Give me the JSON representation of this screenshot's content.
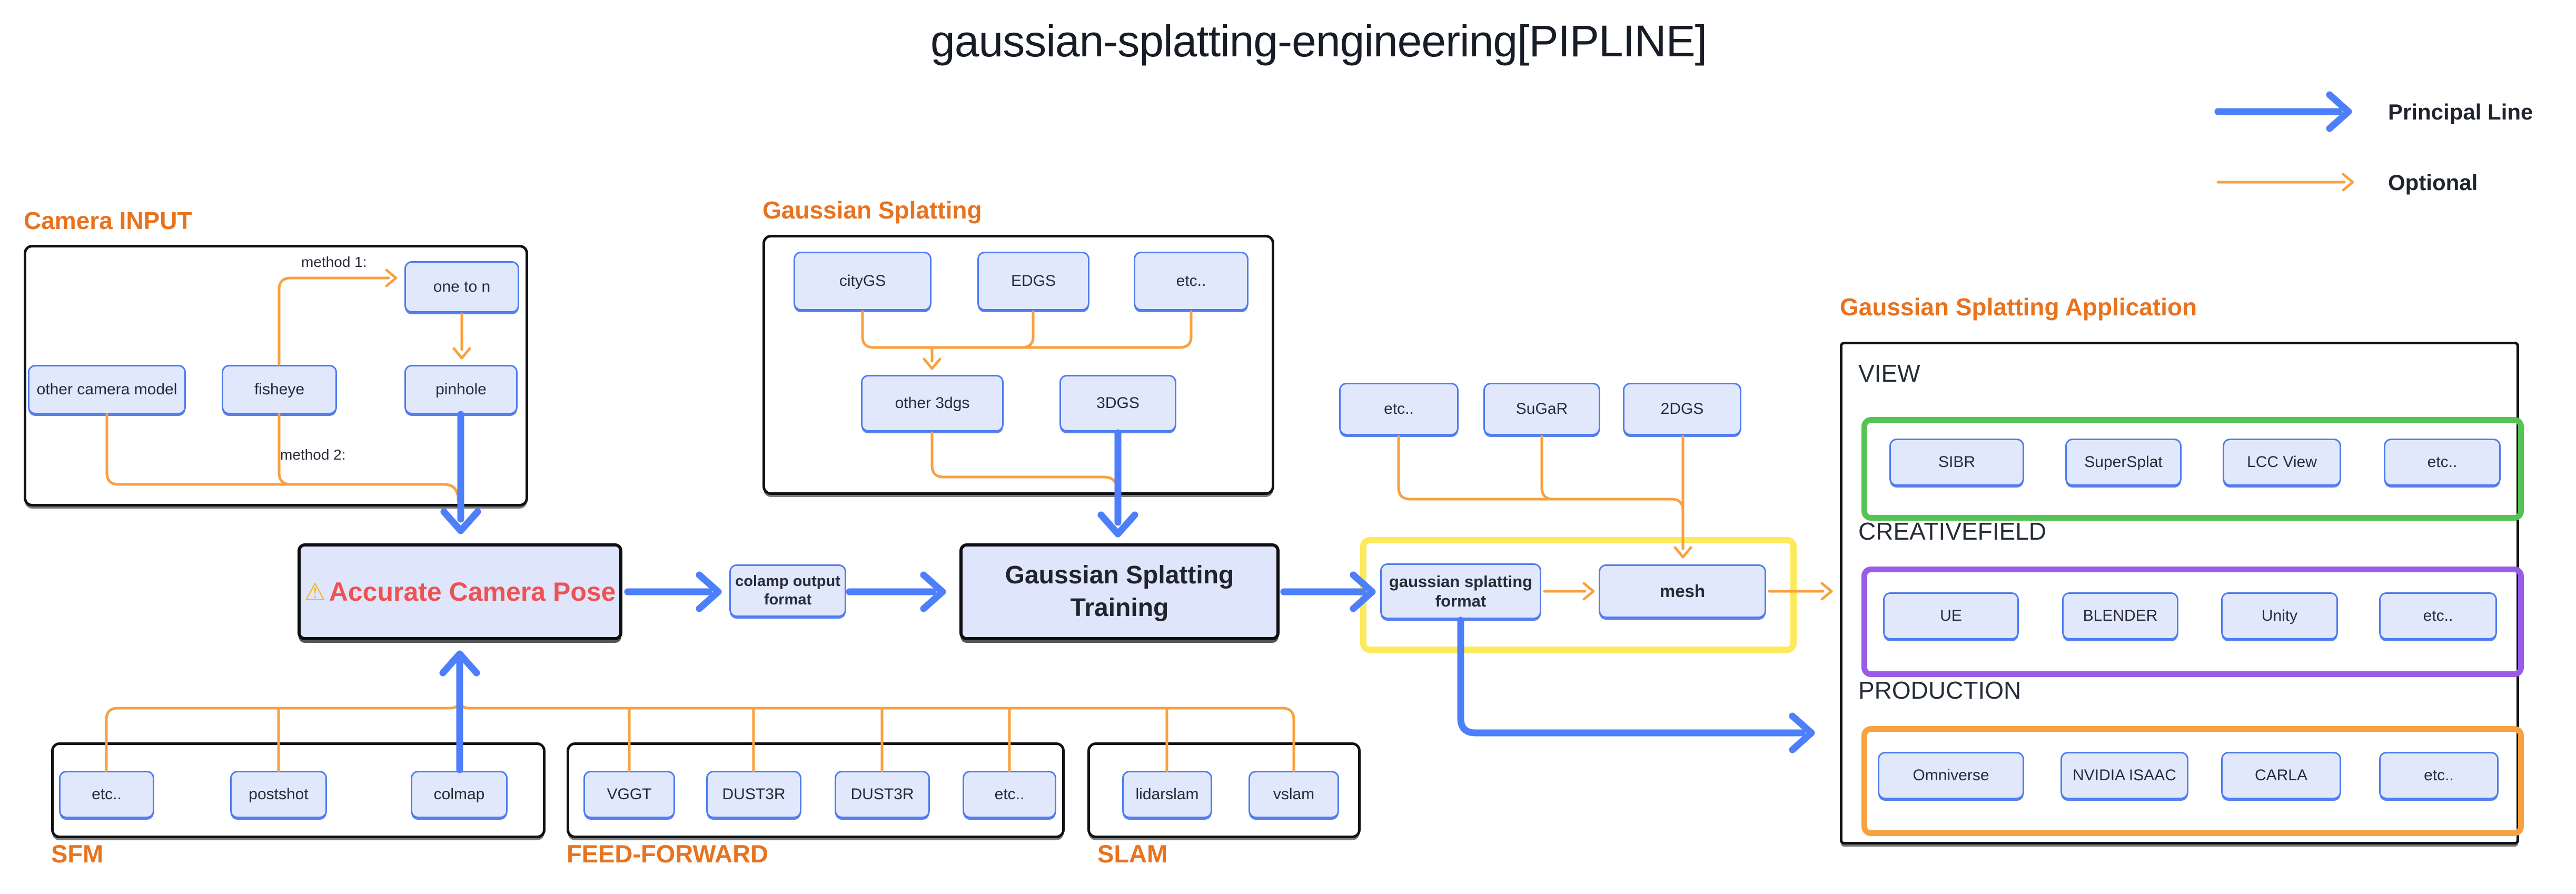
{
  "title": "gaussian-splatting-engineering[PIPLINE]",
  "legend": {
    "principal": "Principal Line",
    "optional": "Optional"
  },
  "colors": {
    "principal_blue": "#4d7ffa",
    "optional_orange": "#f8a13f",
    "section_title_orange": "#e8731f",
    "node_fill": "#e1e8fc",
    "node_border": "#4d7bf0",
    "warning_red": "#ef5252",
    "view_green": "#57c355",
    "creativefield_purple": "#9a5be6",
    "production_orange": "#f8a13f",
    "format_yellow": "#fce95c",
    "text_dark": "#1d222c"
  },
  "camera_input": {
    "title": "Camera INPUT",
    "method1_label": "method 1:",
    "method2_label": "method 2:",
    "nodes": {
      "one_to_n": "one to n",
      "other_camera_model": "other camera model",
      "fisheye": "fisheye",
      "pinhole": "pinhole"
    }
  },
  "gaussian_splatting": {
    "title": "Gaussian Splatting",
    "nodes": {
      "citygs": "cityGS",
      "edgs": "EDGS",
      "etc": "etc..",
      "other_3dgs": "other 3dgs",
      "threedgs": "3DGS"
    }
  },
  "mesh_sources": {
    "etc": "etc..",
    "sugar": "SuGaR",
    "twodgs": "2DGS"
  },
  "pipeline": {
    "accurate_camera_pose": {
      "warning_icon": "⚠",
      "label": "Accurate Camera Pose"
    },
    "colamp_output_format": "colamp output format",
    "training": "Gaussian Splatting Training",
    "gaussian_splatting_format": "gaussian splatting format",
    "mesh": "mesh"
  },
  "application": {
    "title": "Gaussian Splatting Application",
    "view": {
      "label": "VIEW",
      "items": [
        "SIBR",
        "SuperSplat",
        "LCC View",
        "etc.."
      ]
    },
    "creativefield": {
      "label": "CREATIVEFIELD",
      "items": [
        "UE",
        "BLENDER",
        "Unity",
        "etc.."
      ]
    },
    "production": {
      "label": "PRODUCTION",
      "items": [
        "Omniverse",
        "NVIDIA ISAAC",
        "CARLA",
        "etc.."
      ]
    }
  },
  "pose_sources": {
    "sfm": {
      "label": "SFM",
      "items": [
        "etc..",
        "postshot",
        "colmap"
      ]
    },
    "feed_forward": {
      "label": "FEED-FORWARD",
      "items": [
        "VGGT",
        "DUST3R",
        "DUST3R",
        "etc.."
      ]
    },
    "slam": {
      "label": "SLAM",
      "items": [
        "lidarslam",
        "vslam"
      ]
    }
  }
}
